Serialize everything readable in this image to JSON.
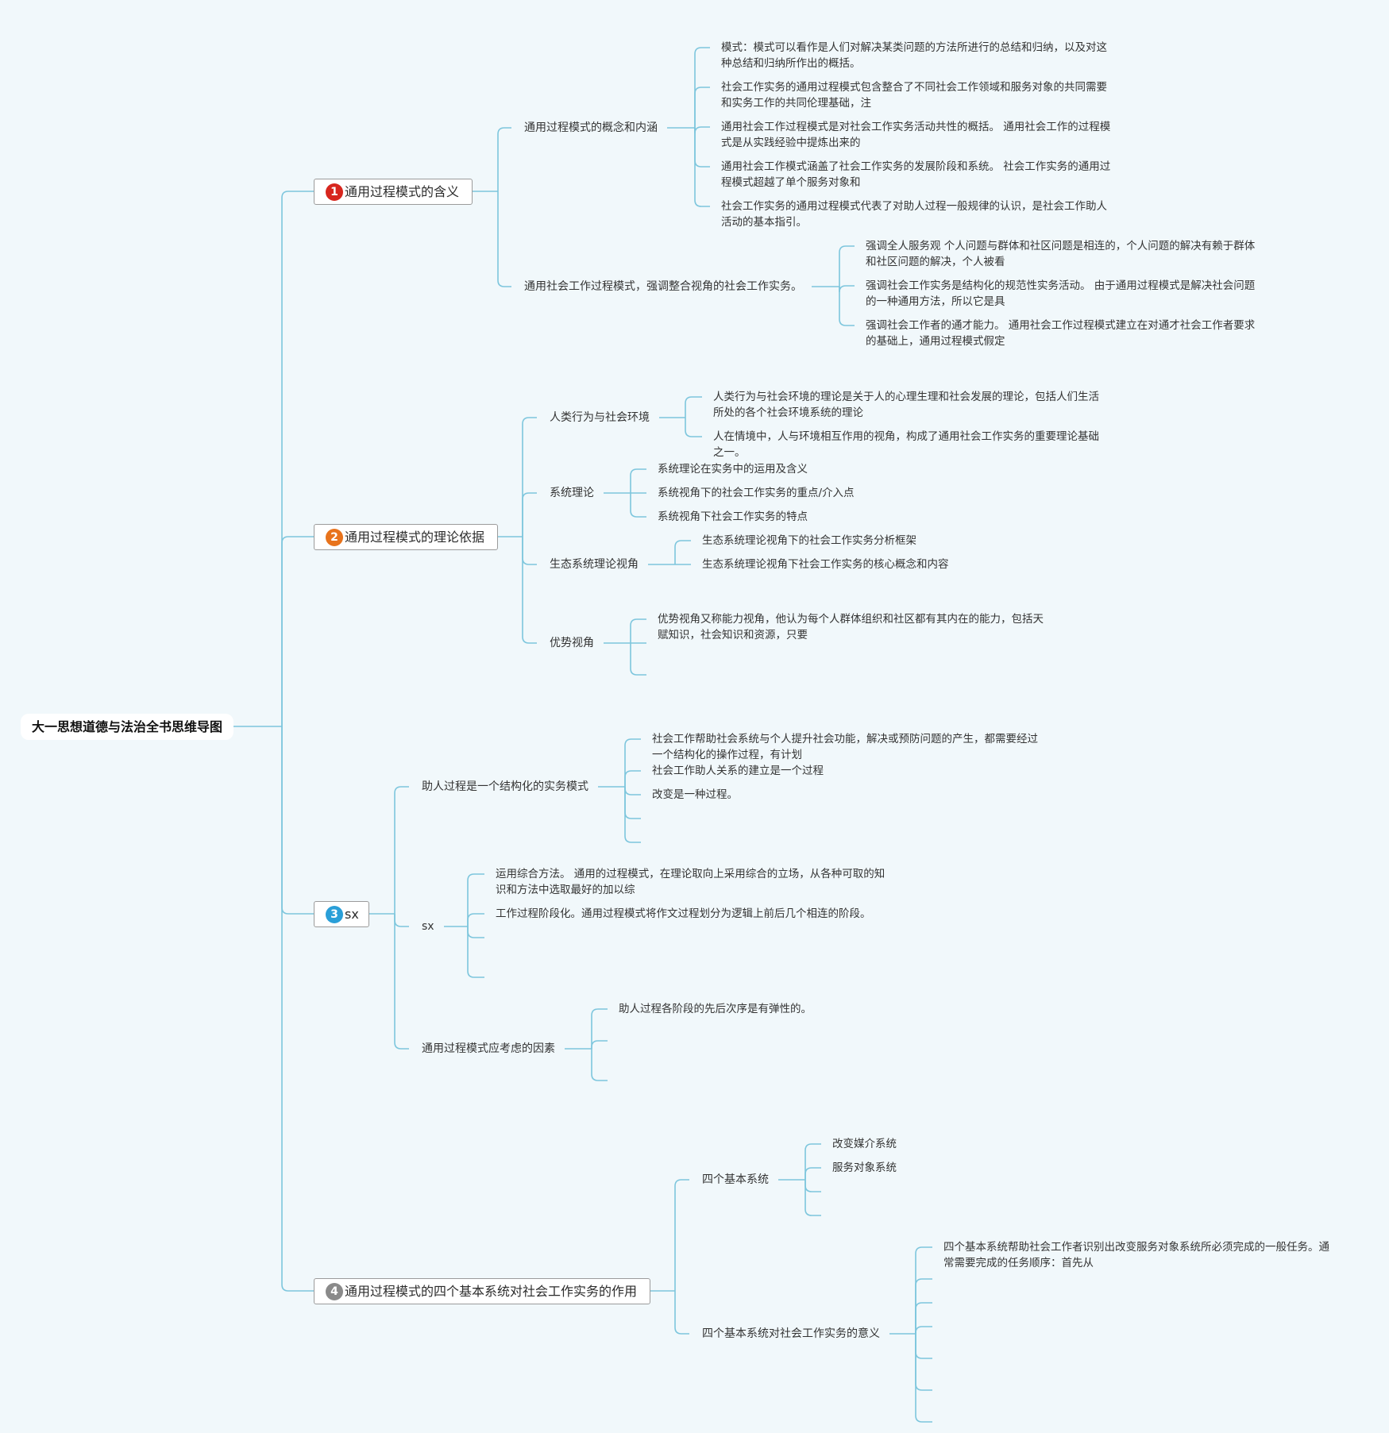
{
  "root": {
    "label": "大一思想道德与法治全书思维导图"
  },
  "colors": {
    "line": "#7dc6dd",
    "background": "#f1f8fb"
  },
  "topics": [
    {
      "number": "1",
      "badge_color": "#d7261e",
      "label": "通用过程模式的含义",
      "children": [
        {
          "label": "通用过程模式的概念和内涵",
          "children": [
            "模式：模式可以看作是人们对解决某类问题的方法所进行的总结和归纳，以及对这种总结和归纳所作出的概括。",
            "社会工作实务的通用过程模式包含整合了不同社会工作领域和服务对象的共同需要和实务工作的共同伦理基础，注",
            "通用社会工作过程模式是对社会工作实务活动共性的概括。 通用社会工作的过程模式是从实践经验中提炼出来的",
            "通用社会工作模式涵盖了社会工作实务的发展阶段和系统。 社会工作实务的通用过程模式超越了单个服务对象和",
            "社会工作实务的通用过程模式代表了对助人过程一般规律的认识，是社会工作助人活动的基本指引。"
          ]
        },
        {
          "label": "通用社会工作过程模式，强调整合视角的社会工作实务。",
          "children": [
            "强调全人服务观 个人问题与群体和社区问题是相连的，个人问题的解决有赖于群体和社区问题的解决，个人被看",
            "强调社会工作实务是结构化的规范性实务活动。 由于通用过程模式是解决社会问题的一种通用方法，所以它是具",
            "强调社会工作者的通才能力。 通用社会工作过程模式建立在对通才社会工作者要求的基础上，通用过程模式假定"
          ]
        }
      ]
    },
    {
      "number": "2",
      "badge_color": "#e8731c",
      "label": "通用过程模式的理论依据",
      "children": [
        {
          "label": "人类行为与社会环境",
          "children": [
            "人类行为与社会环境的理论是关于人的心理生理和社会发展的理论，包括人们生活所处的各个社会环境系统的理论",
            "人在情境中，人与环境相互作用的视角，构成了通用社会工作实务的重要理论基础之一。"
          ]
        },
        {
          "label": "系统理论",
          "children": [
            "系统理论在实务中的运用及含义",
            "系统视角下的社会工作实务的重点/介入点",
            "系统视角下社会工作实务的特点"
          ]
        },
        {
          "label": "生态系统理论视角",
          "children": [
            "生态系统理论视角下的社会工作实务分析框架",
            "生态系统理论视角下社会工作实务的核心概念和内容"
          ]
        },
        {
          "label": "优势视角",
          "children": [
            "优势视角又称能力视角，他认为每个人群体组织和社区都有其内在的能力，包括天赋知识，社会知识和资源，只要",
            "",
            ""
          ]
        }
      ]
    },
    {
      "number": "3",
      "badge_color": "#2a9fd8",
      "label": "sx",
      "children": [
        {
          "label": "助人过程是一个结构化的实务模式",
          "children": [
            "社会工作帮助社会系统与个人提升社会功能，解决或预防问题的产生，都需要经过一个结构化的操作过程，有计划",
            "社会工作助人关系的建立是一个过程",
            "改变是一种过程。",
            "",
            ""
          ]
        },
        {
          "label": "sx",
          "children": [
            "运用综合方法。 通用的过程模式，在理论取向上采用综合的立场，从各种可取的知识和方法中选取最好的加以综",
            "工作过程阶段化。通用过程模式将作文过程划分为逻辑上前后几个相连的阶段。",
            "",
            ""
          ]
        },
        {
          "label": "通用过程模式应考虑的因素",
          "children": [
            "助人过程各阶段的先后次序是有弹性的。",
            "",
            ""
          ]
        }
      ]
    },
    {
      "number": "4",
      "badge_color": "#8a8a8a",
      "label": "通用过程模式的四个基本系统对社会工作实务的作用",
      "children": [
        {
          "label": "四个基本系统",
          "children": [
            "改变媒介系统",
            "服务对象系统",
            "",
            ""
          ]
        },
        {
          "label": "四个基本系统对社会工作实务的意义",
          "children": [
            "四个基本系统帮助社会工作者识别出改变服务对象系统所必须完成的一般任务。通常需要完成的任务顺序：首先从",
            "",
            "",
            "",
            "",
            "",
            ""
          ]
        }
      ]
    }
  ]
}
